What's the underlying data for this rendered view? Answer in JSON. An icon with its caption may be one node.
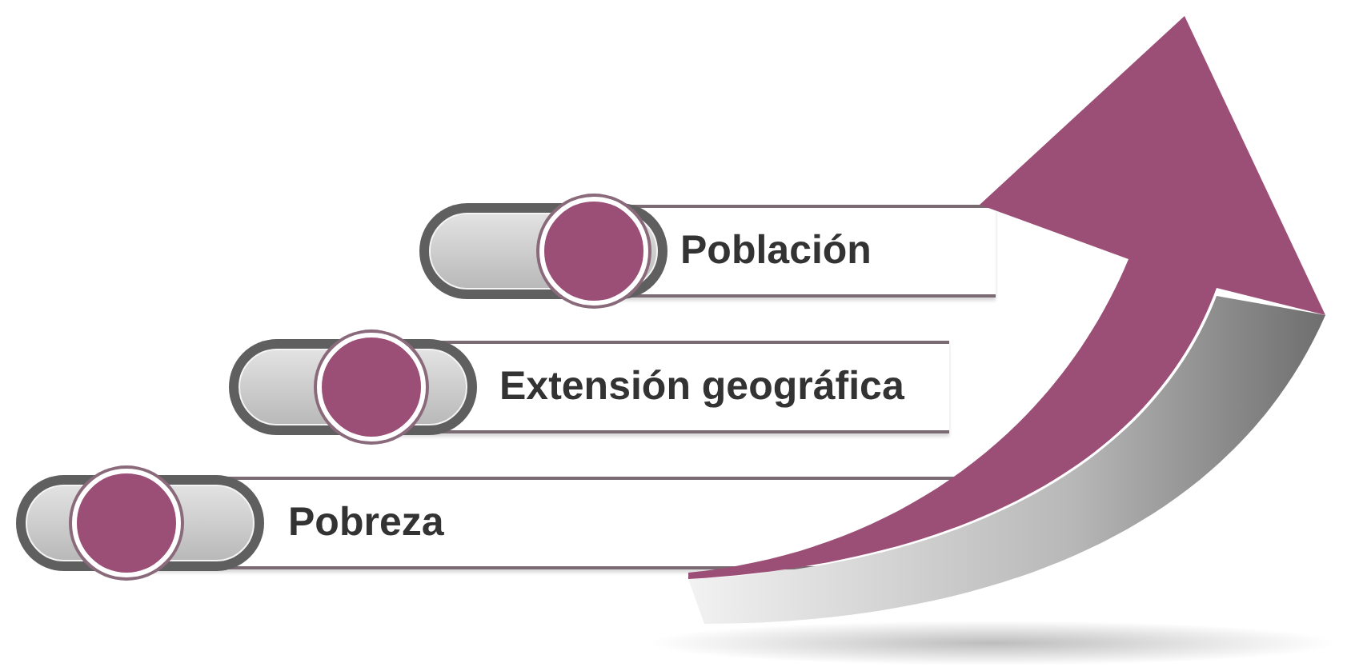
{
  "diagram": {
    "nodes": [
      {
        "text": [
          "Población"
        ]
      },
      {
        "text": [
          "Extensión geográfica"
        ]
      },
      {
        "text": [
          "Pobreza"
        ]
      }
    ]
  }
}
